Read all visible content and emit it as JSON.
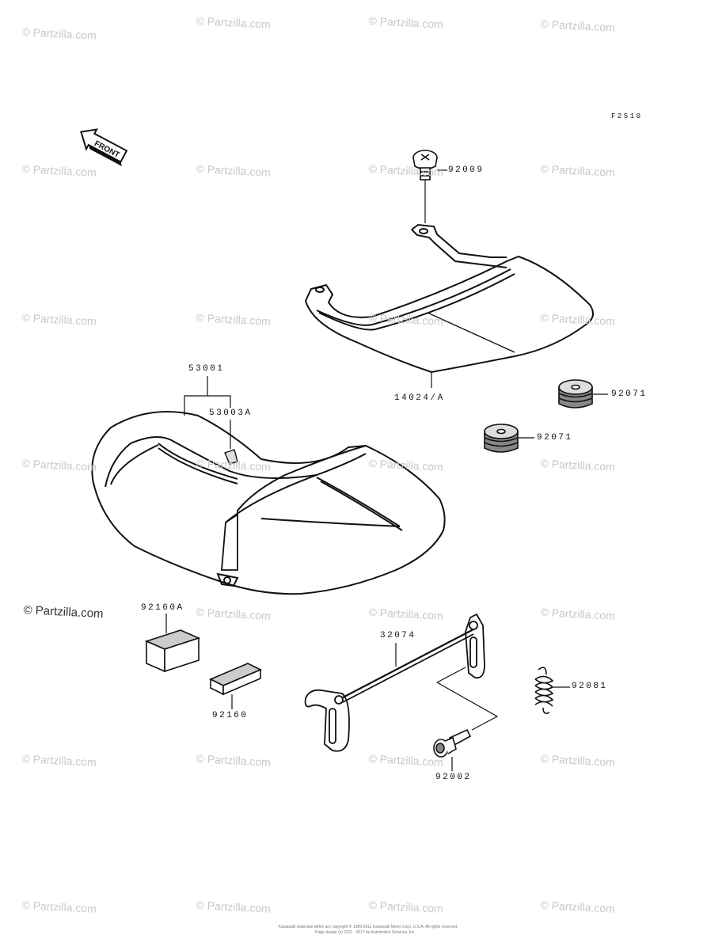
{
  "diagram_code": "F2510",
  "front_label": "FRONT",
  "watermark": "© Partzilla.com",
  "parts": {
    "bolt_top": "92009",
    "rear_carrier": "14024/A",
    "seat": "53001",
    "seat_sub": "53003A",
    "damper_upper": "92071",
    "damper_lower": "92071",
    "pad_a": "92160A",
    "pad_b": "92160",
    "latch_rod": "32074",
    "spring": "92081",
    "bolt_bottom": "92002"
  },
  "footer": {
    "line1": "Kawasaki materials within are copyright © 1985-2011 Kawasaki Motor Corp. U.S.A. All rights reserved.",
    "line2": "Page design (c) 2011 - 2017 by Automotive Services, Inc."
  }
}
